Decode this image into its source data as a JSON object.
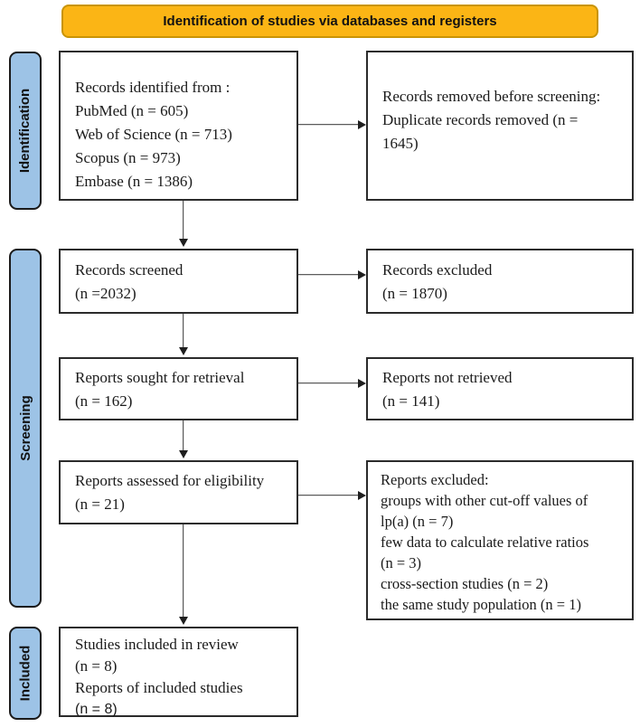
{
  "banner": {
    "title": "Identification of studies via databases and registers"
  },
  "stages": [
    {
      "label": "Identification"
    },
    {
      "label": "Screening"
    },
    {
      "label": "Included"
    }
  ],
  "boxes": {
    "records_identified": {
      "lines": [
        "Records identified from :",
        "PubMed (n = 605)",
        "Web of Science (n = 713)",
        "Scopus (n = 973)",
        "Embase (n = 1386)"
      ]
    },
    "records_removed": {
      "lines": [
        "Records removed before screening:",
        "Duplicate records removed (n =",
        "1645)"
      ]
    },
    "records_screened": {
      "lines": [
        "Records screened",
        "(n =2032)"
      ]
    },
    "records_excluded": {
      "lines": [
        "Records excluded",
        "(n = 1870)"
      ]
    },
    "reports_sought": {
      "lines": [
        "Reports sought for retrieval",
        "(n = 162)"
      ]
    },
    "reports_not_retrieved": {
      "lines": [
        "Reports not retrieved",
        "(n = 141)"
      ]
    },
    "reports_assessed": {
      "lines": [
        "Reports assessed for eligibility",
        "(n = 21)"
      ]
    },
    "reports_excluded": {
      "lines": [
        "Reports excluded:",
        "groups with other cut-off values of",
        "lp(a) (n = 7)",
        "few data to calculate relative ratios",
        "(n = 3)",
        "cross-section studies (n = 2)",
        "the same study population (n = 1)"
      ]
    },
    "studies_included": {
      "lines": [
        "Studies included in review",
        "(n = 8)",
        "Reports of included studies"
      ],
      "last_line": "(n = 8)"
    }
  },
  "colors": {
    "banner_fill": "#FBB515",
    "banner_border": "#C99406",
    "stage_fill": "#9DC3E6",
    "box_border": "#2B2B2B",
    "arrow": "#333333"
  }
}
